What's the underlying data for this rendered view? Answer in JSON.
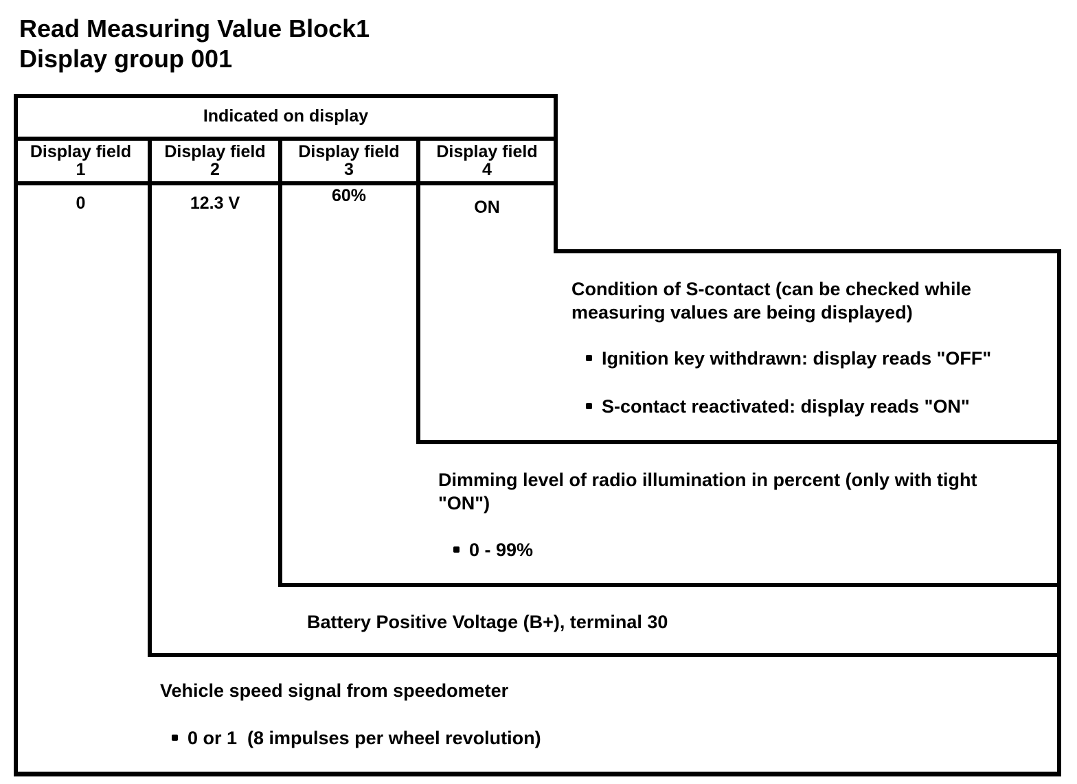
{
  "colors": {
    "ink": "#000000",
    "paper": "#ffffff"
  },
  "title": {
    "line1": "Read Measuring Value Block1",
    "line2": "Display group 001"
  },
  "table": {
    "header": "Indicated on display",
    "columns": [
      {
        "label": "Display field",
        "number": "1",
        "value": "0"
      },
      {
        "label": "Display field",
        "number": "2",
        "value": "12.3 V"
      },
      {
        "label": "Display field",
        "number": "3",
        "value": "60%"
      },
      {
        "label": "Display field",
        "number": "4",
        "value": "ON"
      }
    ]
  },
  "annotations": {
    "field4": {
      "line1": "Condition of S-contact (can be checked while",
      "line2": "measuring values are being displayed)",
      "bullets": [
        "Ignition key withdrawn: display reads \"OFF\"",
        "S-contact reactivated: display reads \"ON\""
      ]
    },
    "field3": {
      "line1": "Dimming level of radio illumination in percent (only with tight",
      "line2": "\"ON\")",
      "bullets": [
        "0 - 99%"
      ]
    },
    "field2": {
      "line1": "Battery Positive Voltage (B+), terminal 30"
    },
    "field1": {
      "line1": "Vehicle speed signal from speedometer",
      "bullets": [
        "0 or 1  (8 impulses per wheel revolution)"
      ]
    }
  }
}
